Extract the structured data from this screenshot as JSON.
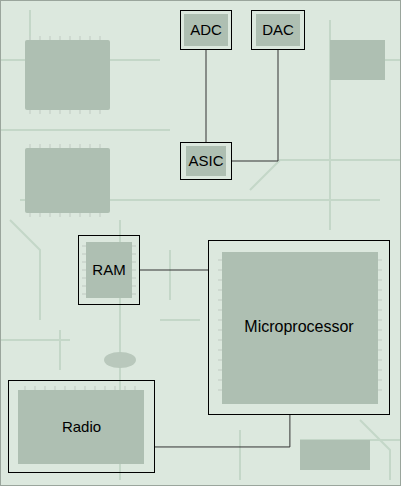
{
  "diagram": {
    "nodes": [
      {
        "text": [
          "ADC"
        ]
      },
      {
        "text": [
          "DAC"
        ]
      },
      {
        "text": [
          "ASIC"
        ]
      },
      {
        "text": [
          "RAM"
        ]
      },
      {
        "text": [
          "Microprocessor"
        ]
      },
      {
        "text": [
          "Radio"
        ]
      }
    ],
    "edges": [
      {
        "from": 0,
        "to": 2,
        "arrow": "none"
      },
      {
        "from": 2,
        "to": 1,
        "arrow": "none"
      },
      {
        "from": 3,
        "to": 4,
        "arrow": "none"
      },
      {
        "from": 4,
        "to": 5,
        "arrow": "none"
      }
    ]
  }
}
